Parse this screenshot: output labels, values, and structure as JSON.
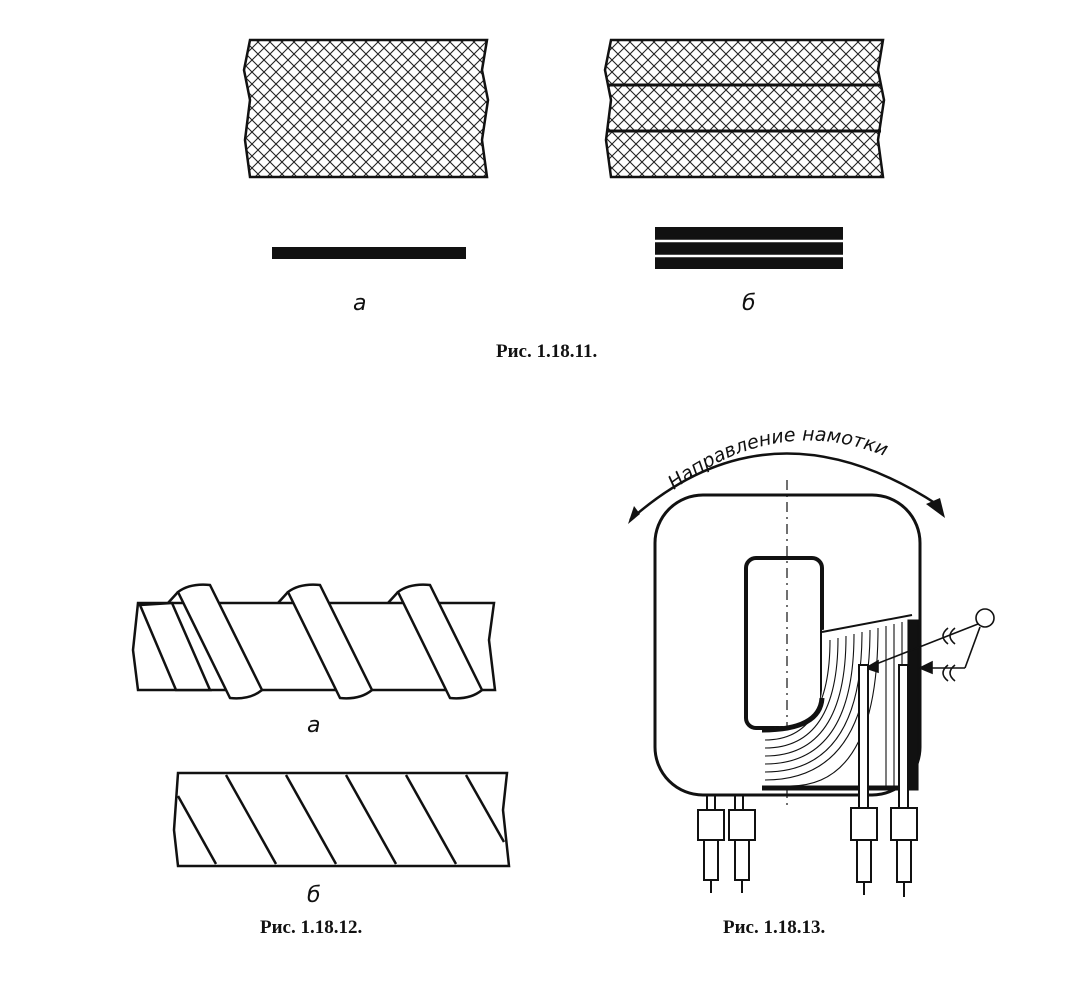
{
  "figures": [
    {
      "caption": "Рис. 1.18.11.",
      "panels": [
        {
          "label": "а"
        },
        {
          "label": "б"
        }
      ]
    },
    {
      "caption": "Рис. 1.18.12.",
      "panels": [
        {
          "label": "а"
        },
        {
          "label": "б"
        }
      ]
    },
    {
      "caption": "Рис. 1.18.13.",
      "winding_direction_label": "Направление намотки"
    }
  ],
  "colors": {
    "ink": "#111111",
    "paper": "#ffffff"
  }
}
